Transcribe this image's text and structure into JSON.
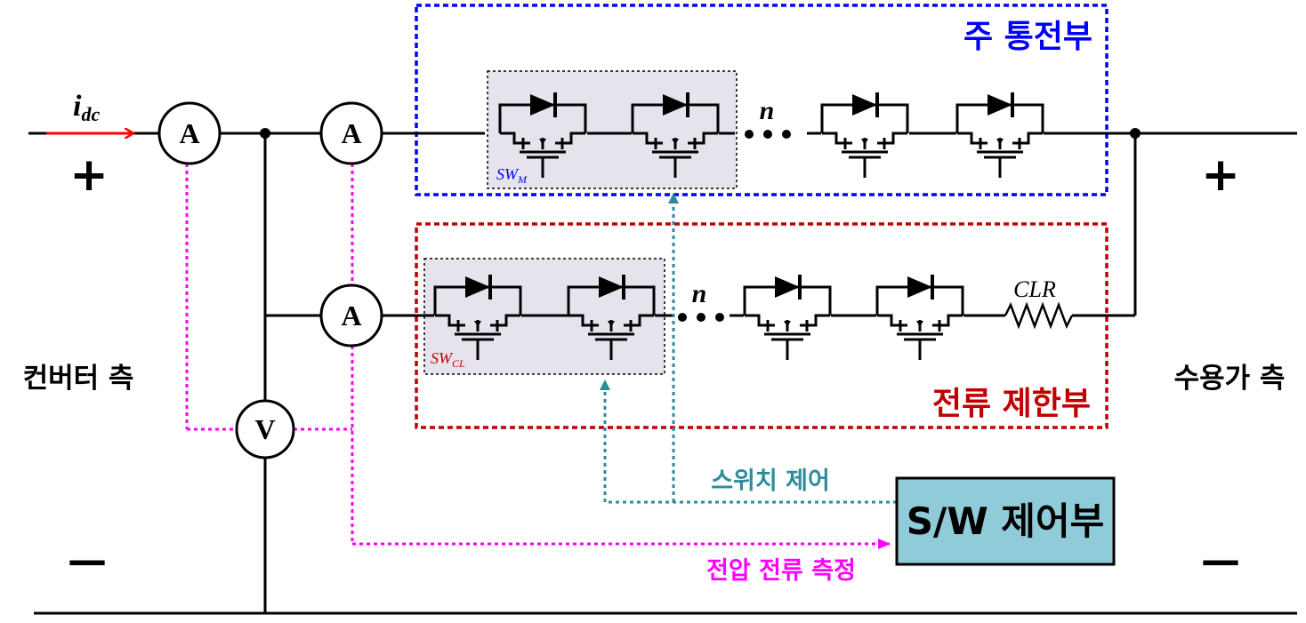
{
  "labels": {
    "current_symbol": "i",
    "current_subscript": "dc",
    "plus_left": "+",
    "plus_right": "+",
    "minus_left": "—",
    "minus_right": "—",
    "converter_side": "컨버터 측",
    "consumer_side": "수용가 측",
    "main_conduction": "주 통전부",
    "current_limiting": "전류 제한부",
    "switch_control": "스위치 제어",
    "voltage_current_measure": "전압 전류 측정",
    "control_unit": "S/W 제어부",
    "ammeter": "A",
    "voltmeter": "V",
    "series_count": "n",
    "clr": "CLR",
    "sw_main": "SW",
    "sw_main_sub": "M",
    "sw_cl": "SW",
    "sw_cl_sub": "CL"
  },
  "colors": {
    "wire": "#000000",
    "current_arrow": "#ff0000",
    "main_box": "#0000ff",
    "limit_box": "#c00000",
    "measure_line": "#ff00ff",
    "control_line": "#2e8b99",
    "control_box_fill": "#8fcbd8",
    "switch_module_fill": "#e6e3ec"
  },
  "icons": {
    "switch": "igbt-with-antiparallel-diode",
    "resistor": "resistor-zigzag"
  }
}
